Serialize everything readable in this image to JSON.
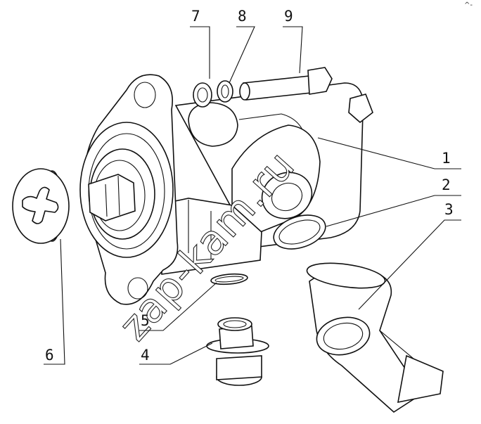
{
  "callouts": [
    {
      "number": "1"
    },
    {
      "number": "2"
    },
    {
      "number": "3"
    },
    {
      "number": "4"
    },
    {
      "number": "5"
    },
    {
      "number": "6"
    },
    {
      "number": "7"
    },
    {
      "number": "8"
    },
    {
      "number": "9"
    }
  ],
  "watermark": "zap-kam.ru",
  "corner_mark": "^-",
  "colors": {
    "line": "#111111",
    "background": "#ffffff"
  }
}
